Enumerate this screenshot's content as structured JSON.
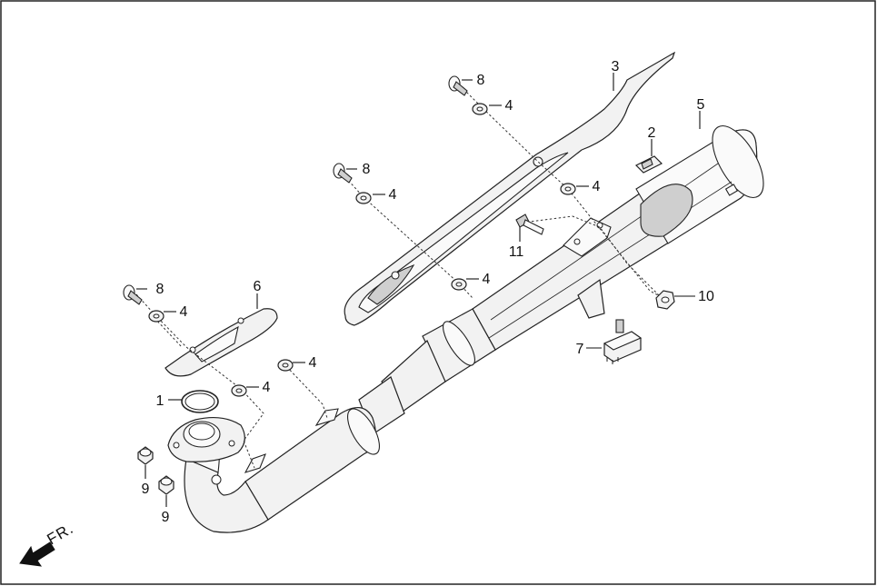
{
  "diagram": {
    "direction_label": "FR.",
    "callouts": [
      {
        "id": "c1",
        "text": "1"
      },
      {
        "id": "c2",
        "text": "2"
      },
      {
        "id": "c3",
        "text": "3"
      },
      {
        "id": "c4a",
        "text": "4"
      },
      {
        "id": "c4b",
        "text": "4"
      },
      {
        "id": "c4c",
        "text": "4"
      },
      {
        "id": "c4d",
        "text": "4"
      },
      {
        "id": "c4e",
        "text": "4"
      },
      {
        "id": "c4f",
        "text": "4"
      },
      {
        "id": "c4g",
        "text": "4"
      },
      {
        "id": "c5",
        "text": "5"
      },
      {
        "id": "c6",
        "text": "6"
      },
      {
        "id": "c7",
        "text": "7"
      },
      {
        "id": "c8a",
        "text": "8"
      },
      {
        "id": "c8b",
        "text": "8"
      },
      {
        "id": "c8c",
        "text": "8"
      },
      {
        "id": "c9a",
        "text": "9"
      },
      {
        "id": "c9b",
        "text": "9"
      },
      {
        "id": "c10",
        "text": "10"
      },
      {
        "id": "c11",
        "text": "11"
      }
    ]
  }
}
